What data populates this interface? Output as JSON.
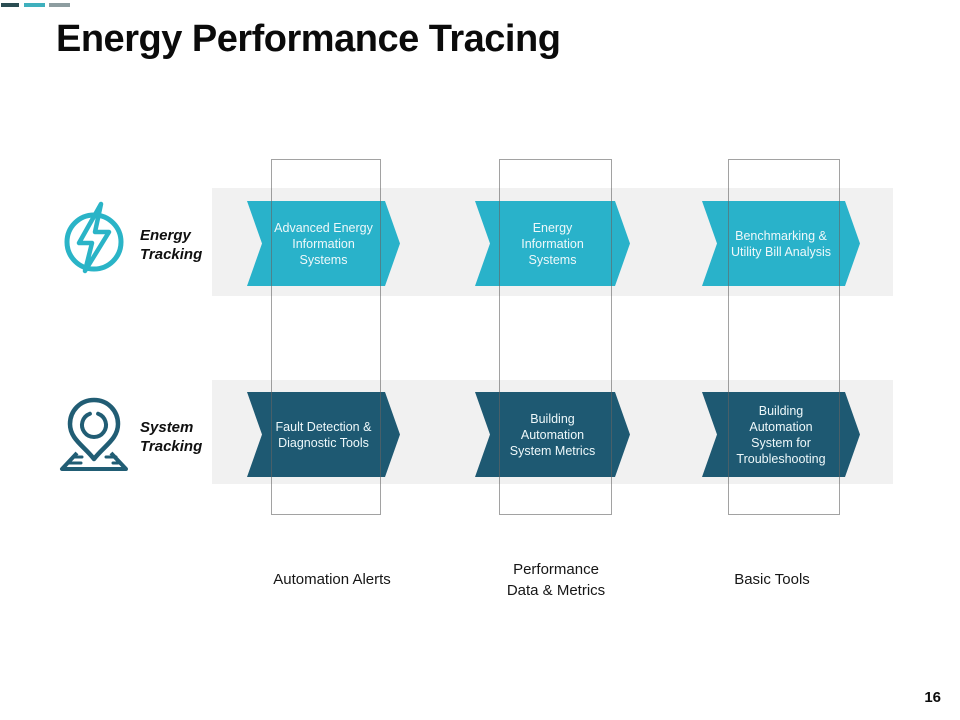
{
  "slide": {
    "title": "Energy Performance Tracing",
    "page_number": "16"
  },
  "accent_bars": [
    {
      "name": "accent-bar-1",
      "color": "#2a4d52"
    },
    {
      "name": "accent-bar-2",
      "color": "#3fb0bd"
    },
    {
      "name": "accent-bar-3",
      "color": "#8d9da0"
    }
  ],
  "rows": [
    {
      "label": "Energy\nTracking",
      "icon": "lightning-circle-icon",
      "arrow_color": "#29b2ca",
      "items": [
        "Advanced  Energy\nInformation\nSystems",
        "Energy\nInformation\nSystems",
        "Benchmarking &\nUtility Bill Analysis"
      ]
    },
    {
      "label": "System\nTracking",
      "icon": "map-pin-icon",
      "arrow_color": "#1e5972",
      "items": [
        "Fault Detection &\nDiagnostic Tools",
        "Building\nAutomation\nSystem Metrics",
        "Building\nAutomation\nSystem for\nTroubleshooting"
      ]
    }
  ],
  "columns": [
    "Automation Alerts",
    "Performance\nData & Metrics",
    "Basic Tools"
  ],
  "colors": {
    "energy_arrow": "#29b2ca",
    "system_arrow": "#1e5972",
    "band_bg": "#f1f1f1",
    "box_border": "#8c8c8c",
    "energy_icon": "#2ab4c7",
    "system_icon": "#215d74",
    "text_dark": "#161616"
  }
}
